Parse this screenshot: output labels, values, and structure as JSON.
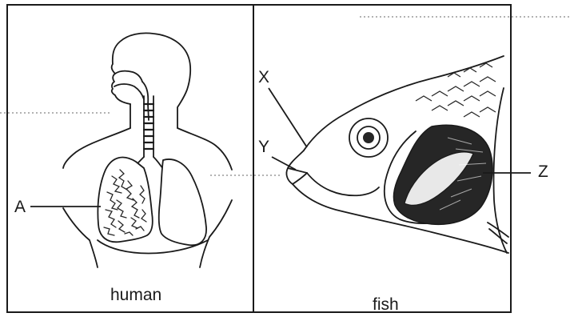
{
  "panels": {
    "human": {
      "caption": "human",
      "labels": {
        "a": "A"
      }
    },
    "fish": {
      "caption": "fish",
      "labels": {
        "x": "X",
        "y": "Y",
        "z": "Z"
      }
    }
  },
  "colors": {
    "ink": "#1a1a1a",
    "dark_fill": "#262626",
    "dotted": "#9a9a9a"
  }
}
